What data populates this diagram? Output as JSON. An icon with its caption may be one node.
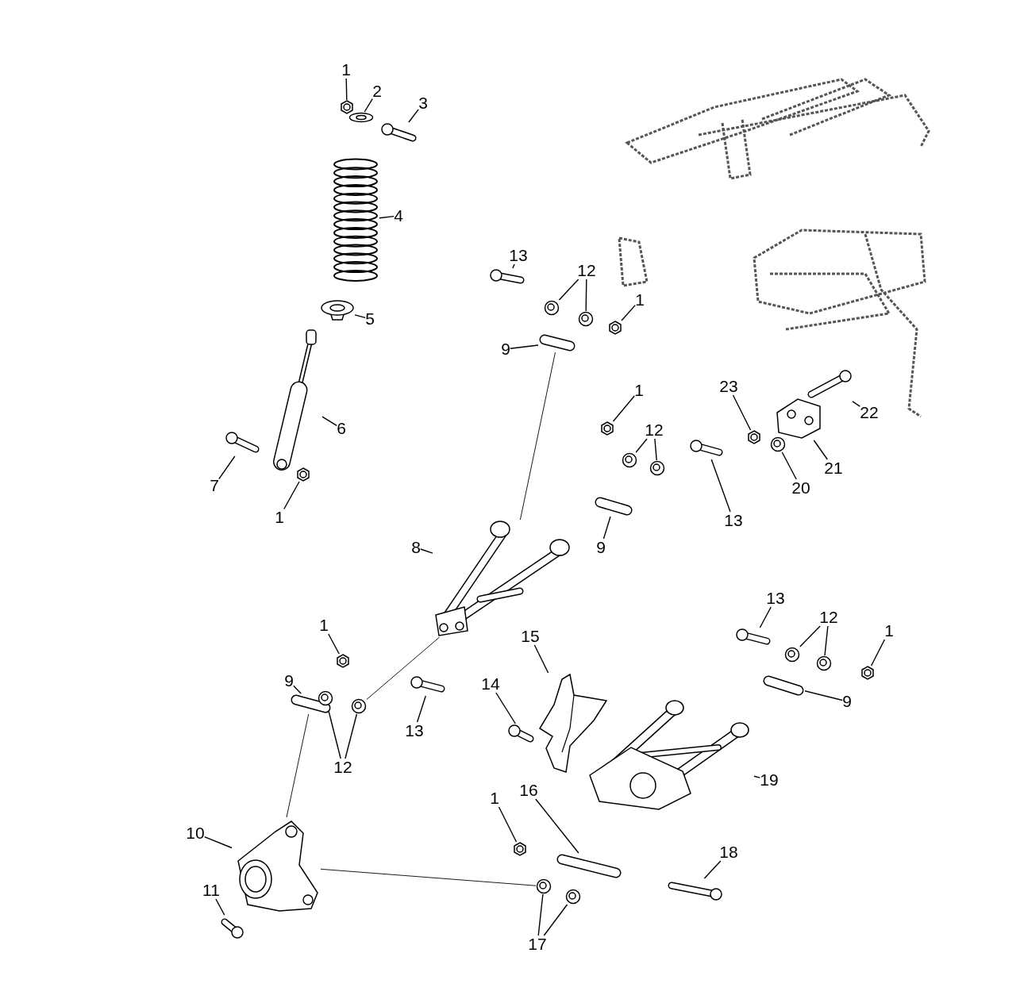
{
  "diagram": {
    "nodes": [
      {
        "text": [
          "1"
        ]
      },
      {
        "text": [
          "2"
        ]
      },
      {
        "text": [
          "3"
        ]
      },
      {
        "text": [
          "4"
        ]
      },
      {
        "text": [
          "5"
        ]
      },
      {
        "text": [
          "6"
        ]
      },
      {
        "text": [
          "7"
        ]
      },
      {
        "text": [
          "1"
        ]
      },
      {
        "text": [
          "13"
        ]
      },
      {
        "text": [
          "12"
        ]
      },
      {
        "text": [
          "1"
        ]
      },
      {
        "text": [
          "9"
        ]
      },
      {
        "text": [
          "1"
        ]
      },
      {
        "text": [
          "12"
        ]
      },
      {
        "text": [
          "13"
        ]
      },
      {
        "text": [
          "9"
        ]
      },
      {
        "text": [
          "8"
        ]
      },
      {
        "text": [
          "23"
        ]
      },
      {
        "text": [
          "22"
        ]
      },
      {
        "text": [
          "21"
        ]
      },
      {
        "text": [
          "20"
        ]
      },
      {
        "text": [
          "1"
        ]
      },
      {
        "text": [
          "9"
        ]
      },
      {
        "text": [
          "12"
        ]
      },
      {
        "text": [
          "13"
        ]
      },
      {
        "text": [
          "14"
        ]
      },
      {
        "text": [
          "15"
        ]
      },
      {
        "text": [
          "13"
        ]
      },
      {
        "text": [
          "12"
        ]
      },
      {
        "text": [
          "1"
        ]
      },
      {
        "text": [
          "9"
        ]
      },
      {
        "text": [
          "19"
        ]
      },
      {
        "text": [
          "1"
        ]
      },
      {
        "text": [
          "16"
        ]
      },
      {
        "text": [
          "18"
        ]
      },
      {
        "text": [
          "17"
        ]
      },
      {
        "text": [
          "10"
        ]
      },
      {
        "text": [
          "11"
        ]
      },
      {
        "text": [],
        "shape": "picture"
      },
      {
        "text": [],
        "shape": "picture"
      },
      {
        "text": [],
        "shape": "picture"
      },
      {
        "text": [],
        "shape": "picture"
      },
      {
        "text": [],
        "shape": "picture"
      },
      {
        "text": [],
        "shape": "picture"
      },
      {
        "text": [],
        "shape": "picture"
      },
      {
        "text": [],
        "shape": "picture"
      },
      {
        "text": [],
        "shape": "picture"
      },
      {
        "text": [],
        "shape": "picture"
      },
      {
        "text": [],
        "shape": "picture"
      },
      {
        "text": [],
        "shape": "picture"
      },
      {
        "text": [],
        "shape": "picture"
      },
      {
        "text": [],
        "shape": "picture"
      },
      {
        "text": [],
        "shape": "picture"
      },
      {
        "text": [],
        "shape": "picture"
      },
      {
        "text": [],
        "shape": "picture"
      },
      {
        "text": [],
        "shape": "picture"
      },
      {
        "text": [],
        "shape": "picture"
      },
      {
        "text": [],
        "shape": "picture"
      },
      {
        "text": [],
        "shape": "picture"
      },
      {
        "text": [],
        "shape": "picture"
      },
      {
        "text": [],
        "shape": "picture"
      },
      {
        "text": [],
        "shape": "picture"
      },
      {
        "text": [],
        "shape": "picture"
      },
      {
        "text": [],
        "shape": "picture"
      },
      {
        "text": [],
        "shape": "picture"
      },
      {
        "text": [],
        "shape": "picture"
      },
      {
        "text": [],
        "shape": "picture"
      },
      {
        "text": [],
        "shape": "picture"
      },
      {
        "text": [],
        "shape": "picture"
      },
      {
        "text": [],
        "shape": "picture"
      },
      {
        "text": [],
        "shape": "picture"
      },
      {
        "text": [],
        "shape": "picture"
      },
      {
        "text": [],
        "shape": "picture"
      },
      {
        "text": [],
        "shape": "picture"
      },
      {
        "text": [],
        "shape": "picture"
      },
      {
        "text": [],
        "shape": "picture"
      },
      {
        "text": [],
        "shape": "picture"
      },
      {
        "text": [],
        "shape": "picture"
      },
      {
        "text": [],
        "shape": "picture"
      },
      {
        "text": [],
        "shape": "picture"
      },
      {
        "text": [],
        "shape": "picture"
      }
    ],
    "edges": [
      {
        "from": 0,
        "to": 38,
        "arrow": "none"
      },
      {
        "from": 1,
        "to": 39,
        "arrow": "none"
      },
      {
        "from": 2,
        "to": 40,
        "arrow": "none"
      },
      {
        "from": 3,
        "to": 41,
        "arrow": "none"
      },
      {
        "from": 4,
        "to": 42,
        "arrow": "none"
      },
      {
        "from": 5,
        "to": 43,
        "arrow": "none"
      },
      {
        "from": 6,
        "to": 44,
        "arrow": "none"
      },
      {
        "from": 7,
        "to": 45,
        "arrow": "none"
      },
      {
        "from": 8,
        "to": 46,
        "arrow": "none"
      },
      {
        "from": 9,
        "to": 47,
        "arrow": "none"
      },
      {
        "from": 9,
        "to": 48,
        "arrow": "none"
      },
      {
        "from": 10,
        "to": 49,
        "arrow": "none"
      },
      {
        "from": 11,
        "to": 50,
        "arrow": "none"
      },
      {
        "from": 12,
        "to": 51,
        "arrow": "none"
      },
      {
        "from": 13,
        "to": 52,
        "arrow": "none"
      },
      {
        "from": 13,
        "to": 53,
        "arrow": "none"
      },
      {
        "from": 14,
        "to": 54,
        "arrow": "none"
      },
      {
        "from": 15,
        "to": 55,
        "arrow": "none"
      },
      {
        "from": 16,
        "to": 56,
        "arrow": "none"
      },
      {
        "from": 17,
        "to": 57,
        "arrow": "none"
      },
      {
        "from": 18,
        "to": 58,
        "arrow": "none"
      },
      {
        "from": 19,
        "to": 59,
        "arrow": "none"
      },
      {
        "from": 20,
        "to": 60,
        "arrow": "none"
      },
      {
        "from": 21,
        "to": 61,
        "arrow": "none"
      },
      {
        "from": 22,
        "to": 62,
        "arrow": "none"
      },
      {
        "from": 23,
        "to": 63,
        "arrow": "none"
      },
      {
        "from": 23,
        "to": 64,
        "arrow": "none"
      },
      {
        "from": 24,
        "to": 65,
        "arrow": "none"
      },
      {
        "from": 25,
        "to": 66,
        "arrow": "none"
      },
      {
        "from": 26,
        "to": 67,
        "arrow": "none"
      },
      {
        "from": 27,
        "to": 68,
        "arrow": "none"
      },
      {
        "from": 28,
        "to": 69,
        "arrow": "none"
      },
      {
        "from": 28,
        "to": 70,
        "arrow": "none"
      },
      {
        "from": 29,
        "to": 71,
        "arrow": "none"
      },
      {
        "from": 30,
        "to": 72,
        "arrow": "none"
      },
      {
        "from": 31,
        "to": 73,
        "arrow": "none"
      },
      {
        "from": 32,
        "to": 74,
        "arrow": "none"
      },
      {
        "from": 33,
        "to": 75,
        "arrow": "none"
      },
      {
        "from": 34,
        "to": 76,
        "arrow": "none"
      },
      {
        "from": 35,
        "to": 77,
        "arrow": "none"
      },
      {
        "from": 35,
        "to": 78,
        "arrow": "none"
      },
      {
        "from": 36,
        "to": 79,
        "arrow": "none"
      },
      {
        "from": 37,
        "to": 80,
        "arrow": "none"
      },
      {
        "from": 50,
        "to": 56,
        "arrow": "none"
      },
      {
        "from": 56,
        "to": 64,
        "arrow": "none"
      },
      {
        "from": 62,
        "to": 79,
        "arrow": "none"
      },
      {
        "from": 79,
        "to": 77,
        "arrow": "none"
      }
    ]
  }
}
